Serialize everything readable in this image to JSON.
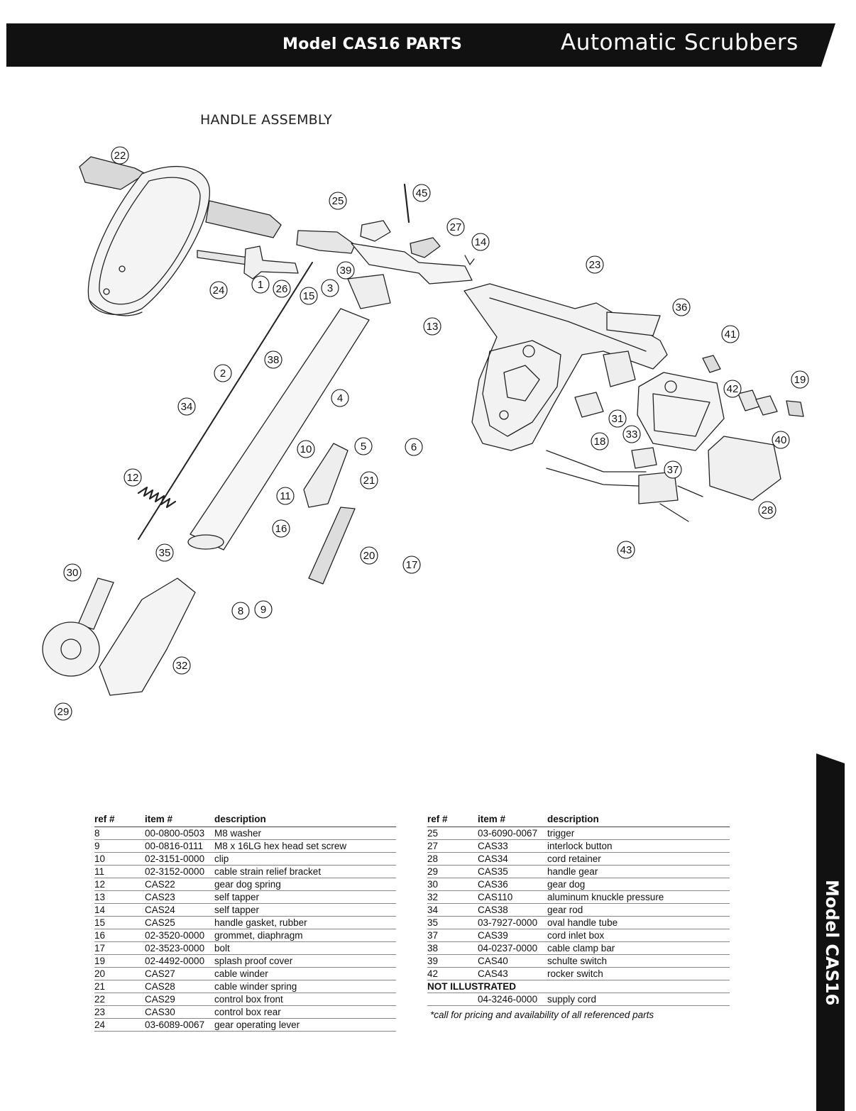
{
  "header": {
    "model_title": "Model CAS16 PARTS",
    "category": "Automatic Scrubbers"
  },
  "section_title": "HANDLE ASSEMBLY",
  "side_tab": {
    "label": "Model CAS16"
  },
  "diagram": {
    "callouts": [
      "22",
      "25",
      "45",
      "27",
      "14",
      "23",
      "36",
      "41",
      "19",
      "42",
      "40",
      "28",
      "43",
      "37",
      "18",
      "31",
      "33",
      "24",
      "1",
      "26",
      "3",
      "39",
      "13",
      "15",
      "38",
      "2",
      "34",
      "4",
      "5",
      "6",
      "10",
      "11",
      "12",
      "21",
      "16",
      "35",
      "20",
      "17",
      "30",
      "8",
      "9",
      "32",
      "29"
    ]
  },
  "parts_table_left": {
    "headers": {
      "ref": "ref #",
      "item": "item #",
      "description": "description"
    },
    "rows": [
      {
        "ref": "8",
        "item": "00-0800-0503",
        "description": "M8 washer"
      },
      {
        "ref": "9",
        "item": "00-0816-0111",
        "description": "M8 x 16LG hex head set screw"
      },
      {
        "ref": "10",
        "item": "02-3151-0000",
        "description": "clip"
      },
      {
        "ref": "11",
        "item": "02-3152-0000",
        "description": "cable strain relief bracket"
      },
      {
        "ref": "12",
        "item": "CAS22",
        "description": "gear dog spring"
      },
      {
        "ref": "13",
        "item": "CAS23",
        "description": "self tapper"
      },
      {
        "ref": "14",
        "item": "CAS24",
        "description": "self tapper"
      },
      {
        "ref": "15",
        "item": "CAS25",
        "description": "handle gasket, rubber"
      },
      {
        "ref": "16",
        "item": "02-3520-0000",
        "description": "grommet, diaphragm"
      },
      {
        "ref": "17",
        "item": "02-3523-0000",
        "description": "bolt"
      },
      {
        "ref": "19",
        "item": "02-4492-0000",
        "description": "splash proof cover"
      },
      {
        "ref": "20",
        "item": "CAS27",
        "description": "cable winder"
      },
      {
        "ref": "21",
        "item": "CAS28",
        "description": "cable winder spring"
      },
      {
        "ref": "22",
        "item": "CAS29",
        "description": "control box front"
      },
      {
        "ref": "23",
        "item": "CAS30",
        "description": "control box rear"
      },
      {
        "ref": "24",
        "item": "03-6089-0067",
        "description": "gear operating lever"
      }
    ]
  },
  "parts_table_right": {
    "headers": {
      "ref": "ref #",
      "item": "item #",
      "description": "description"
    },
    "rows": [
      {
        "ref": "25",
        "item": "03-6090-0067",
        "description": "trigger"
      },
      {
        "ref": "27",
        "item": "CAS33",
        "description": "interlock button"
      },
      {
        "ref": "28",
        "item": "CAS34",
        "description": "cord retainer"
      },
      {
        "ref": "29",
        "item": "CAS35",
        "description": "handle gear"
      },
      {
        "ref": "30",
        "item": "CAS36",
        "description": "gear dog"
      },
      {
        "ref": "32",
        "item": "CAS110",
        "description": "aluminum knuckle pressure"
      },
      {
        "ref": "34",
        "item": "CAS38",
        "description": "gear rod"
      },
      {
        "ref": "35",
        "item": "03-7927-0000",
        "description": "oval handle tube"
      },
      {
        "ref": "37",
        "item": "CAS39",
        "description": "cord inlet box"
      },
      {
        "ref": "38",
        "item": "04-0237-0000",
        "description": "cable clamp bar"
      },
      {
        "ref": "39",
        "item": "CAS40",
        "description": "schulte switch"
      },
      {
        "ref": "42",
        "item": "CAS43",
        "description": "rocker switch"
      }
    ],
    "not_illustrated_label": "NOT ILLUSTRATED",
    "not_illustrated_rows": [
      {
        "ref": "",
        "item": "04-3246-0000",
        "description": "supply cord"
      }
    ]
  },
  "footnote": "*call for pricing and availability of all referenced parts"
}
